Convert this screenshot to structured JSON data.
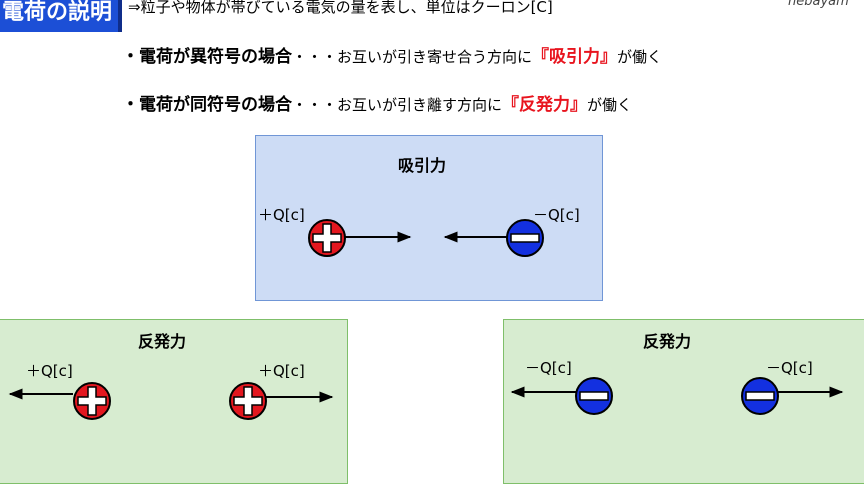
{
  "header": {
    "title": "電荷の説明",
    "subtitle": "⇒粒子や物体が帯びている電気の量を表し、単位はクーロン[C]",
    "credit": "nebayam"
  },
  "rules": [
    {
      "bold": "・電荷が異符号の場合",
      "mid": "・・・お互いが引き寄せ合う方向に",
      "red": "『吸引力』",
      "tail": "が働く"
    },
    {
      "bold": "・電荷が同符号の場合",
      "mid": "・・・お互いが引き離す方向に",
      "red": "『反発力』",
      "tail": "が働く"
    }
  ],
  "panels": {
    "attract": {
      "title": "吸引力",
      "left_label": "＋Q[c]",
      "right_label": "－Q[c]"
    },
    "repel_positive": {
      "title": "反発力",
      "left_label": "＋Q[c]",
      "right_label": "＋Q[c]"
    },
    "repel_negative": {
      "title": "反発力",
      "left_label": "－Q[c]",
      "right_label": "－Q[c]"
    }
  },
  "colors": {
    "positive": "#e3171f",
    "negative": "#1330e0",
    "title_bg": "#1c4fd6",
    "emphasis": "#e8141e"
  }
}
